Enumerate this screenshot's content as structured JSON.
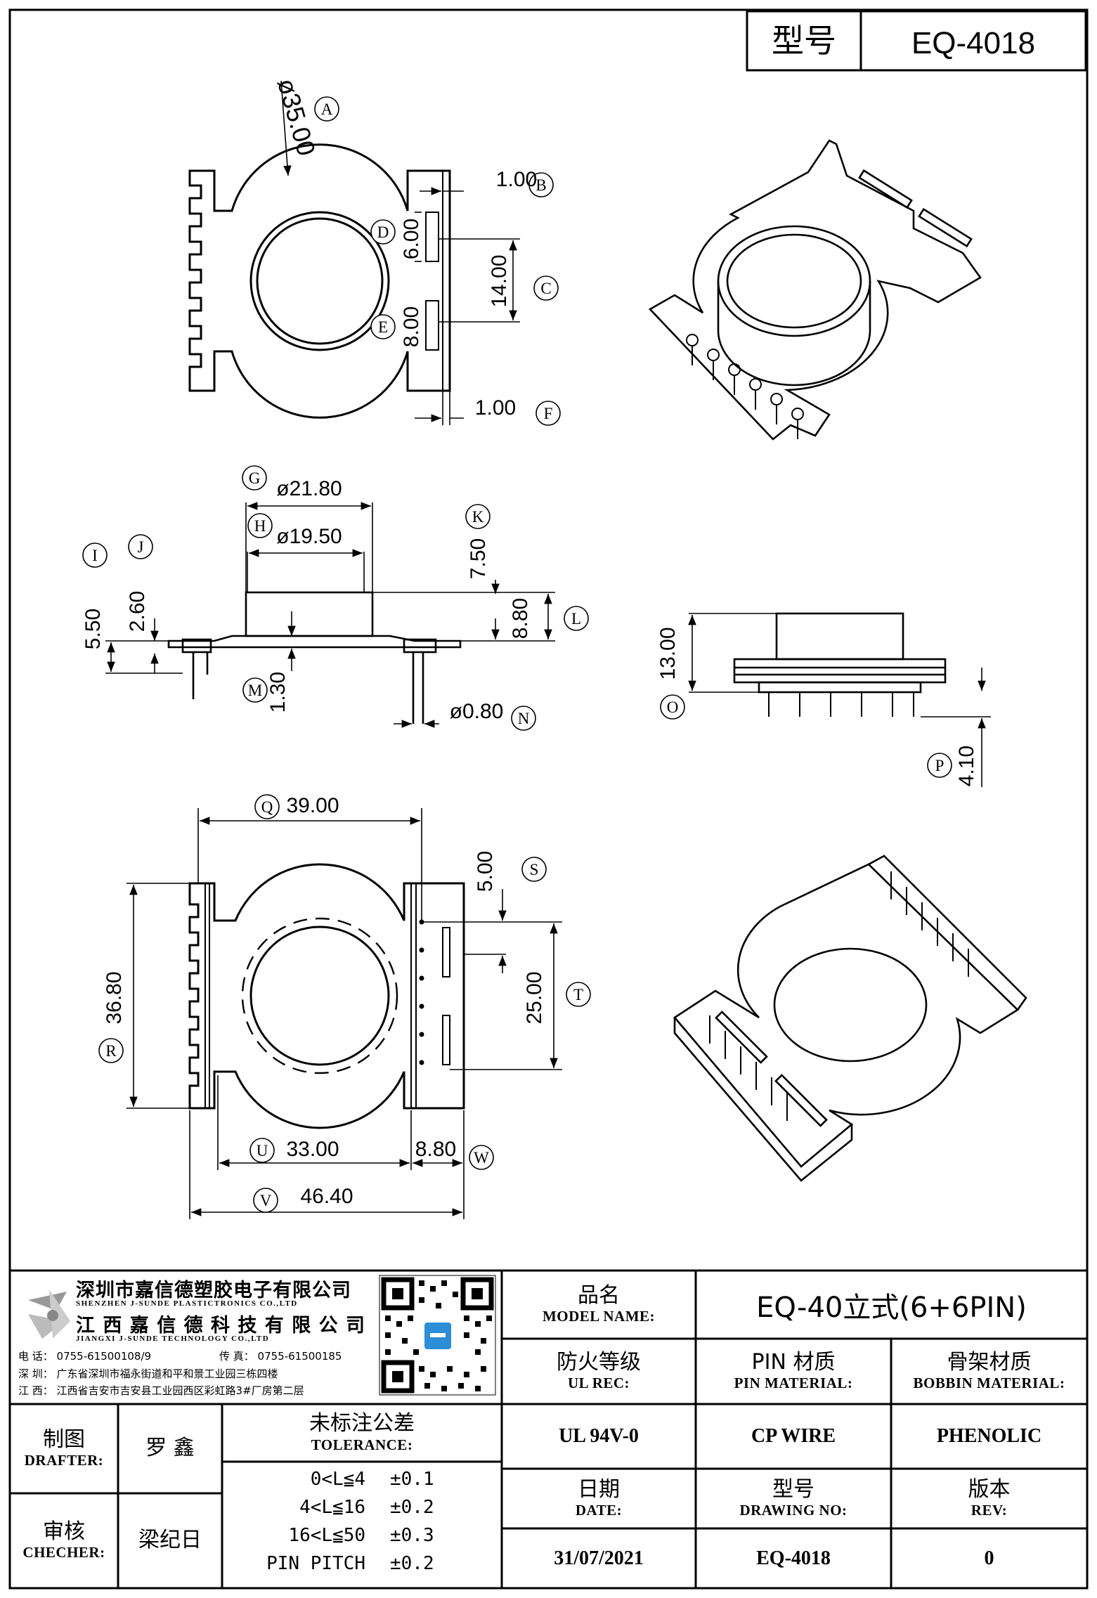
{
  "header": {
    "model_label": "型号",
    "model_value": "EQ-4018"
  },
  "callouts": [
    "A",
    "B",
    "C",
    "D",
    "E",
    "F",
    "G",
    "H",
    "I",
    "J",
    "K",
    "L",
    "M",
    "N",
    "O",
    "P",
    "Q",
    "R",
    "S",
    "T",
    "U",
    "V",
    "W"
  ],
  "dimensions": {
    "A": "ø35.00",
    "B": "1.00",
    "C": "14.00",
    "D": "6.00",
    "E": "8.00",
    "F": "1.00",
    "G": "ø21.80",
    "H": "ø19.50",
    "I": "5.50",
    "J": "2.60",
    "K": "7.50",
    "L": "8.80",
    "M": "1.30",
    "N": "ø0.80",
    "O": "13.00",
    "P": "4.10",
    "Q": "39.00",
    "R": "36.80",
    "S": "5.00",
    "T": "25.00",
    "U": "33.00",
    "V": "46.40",
    "W": "8.80"
  },
  "company": {
    "name_cn": "深圳市嘉信德塑胶电子有限公司",
    "name_en": "SHENZHEN J-SUNDE PLASTICTRONICS CO.,LTD",
    "name2_cn": "江 西 嘉 信 德 科 技 有 限 公 司",
    "name2_en": "JIANGXI J-SUNDE TECHNOLOGY CO.,LTD",
    "tel": "电 话： 0755-61500108/9",
    "fax": "传 真： 0755-61500185",
    "addr_sz": "深 圳： 广东省深圳市福永街道和平和景工业园三栋四楼",
    "addr_jx": "江 西： 江西省吉安市吉安县工业园西区彩虹路3#厂房第二层"
  },
  "title_block": {
    "product_name_cn": "品名",
    "product_name_en": "MODEL NAME:",
    "product_name_value": "EQ-40立式(6+6PIN)",
    "ul_cn": "防火等级",
    "ul_en": "UL REC:",
    "ul_value": "UL 94V-0",
    "pin_cn": "PIN 材质",
    "pin_en": "PIN MATERIAL:",
    "pin_value": "CP WIRE",
    "bobbin_cn": "骨架材质",
    "bobbin_en": "BOBBIN MATERIAL:",
    "bobbin_value": "PHENOLIC",
    "drafter_cn": "制图",
    "drafter_en": "DRAFTER:",
    "drafter_value": "罗   鑫",
    "checker_cn": "审核",
    "checker_en": "CHECHER:",
    "checker_value": "梁纪日",
    "tolerance_cn": "未标注公差",
    "tolerance_en": "TOLERANCE:",
    "tolerance_rows": [
      {
        "range": "0<L≦4",
        "value": "±0.1"
      },
      {
        "range": "4<L≦16",
        "value": "±0.2"
      },
      {
        "range": "16<L≦50",
        "value": "±0.3"
      },
      {
        "range": "PIN PITCH",
        "value": "±0.2"
      }
    ],
    "date_cn": "日期",
    "date_en": "DATE:",
    "date_value": "31/07/2021",
    "drawing_cn": "型号",
    "drawing_en": "DRAWING NO:",
    "drawing_value": "EQ-4018",
    "rev_cn": "版本",
    "rev_en": "REV:",
    "rev_value": "0"
  }
}
